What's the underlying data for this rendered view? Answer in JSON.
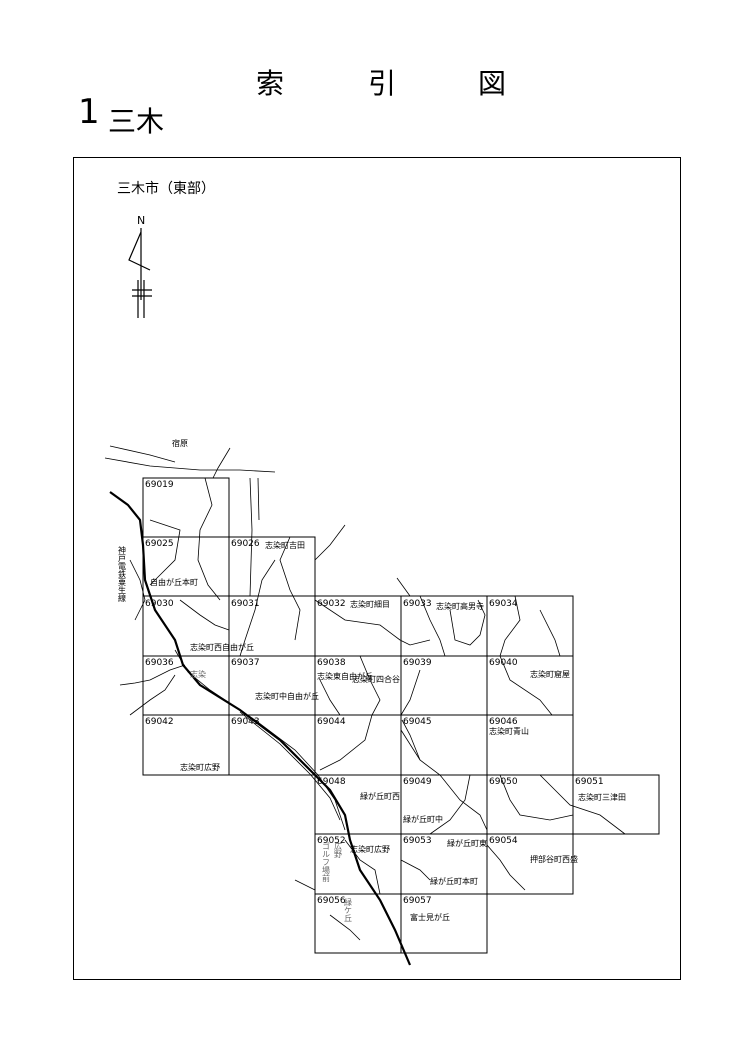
{
  "header": {
    "title_chars": [
      "索",
      "引",
      "図"
    ],
    "section_number": "1",
    "section_name": "三木"
  },
  "map": {
    "subtitle": "三木市（東部）",
    "north_label": "N",
    "places": {
      "shukuhara": "宿原",
      "railway": "神戸電鉄粟生線",
      "shisome": "志染",
      "golf": "ゴルフ場前",
      "hirono_station": "広野",
      "midorigaoka_station": "緑ケ丘"
    },
    "tiles": [
      {
        "code": "69019",
        "name": ""
      },
      {
        "code": "69025",
        "name": "自由が丘本町"
      },
      {
        "code": "69026",
        "name": "志染町吉田"
      },
      {
        "code": "69030",
        "name": ""
      },
      {
        "code": "69031",
        "name": "志染町西自由が丘"
      },
      {
        "code": "69032",
        "name": "志染町細目"
      },
      {
        "code": "69033",
        "name": "志染町高男寺"
      },
      {
        "code": "69034",
        "name": ""
      },
      {
        "code": "69036",
        "name": ""
      },
      {
        "code": "69037",
        "name": "志染町中自由が丘"
      },
      {
        "code": "69038",
        "name": "志染東自由が丘"
      },
      {
        "code": "69039",
        "name": "志染町四合谷"
      },
      {
        "code": "69040",
        "name": "志染町窟屋"
      },
      {
        "code": "69042",
        "name": "志染町広野"
      },
      {
        "code": "69043",
        "name": ""
      },
      {
        "code": "69044",
        "name": ""
      },
      {
        "code": "69045",
        "name": ""
      },
      {
        "code": "69046",
        "name": "志染町青山"
      },
      {
        "code": "69048",
        "name": "緑が丘町西"
      },
      {
        "code": "69049",
        "name": "緑が丘町中"
      },
      {
        "code": "69050",
        "name": ""
      },
      {
        "code": "69051",
        "name": "志染町三津田"
      },
      {
        "code": "69052",
        "name": "志染町広野"
      },
      {
        "code": "69053",
        "name": "緑が丘町東"
      },
      {
        "code": "69054",
        "name": "押部谷町西盛"
      },
      {
        "code": "69056",
        "name": "緑が丘町本町"
      },
      {
        "code": "69057",
        "name": "富士見が丘"
      }
    ]
  }
}
